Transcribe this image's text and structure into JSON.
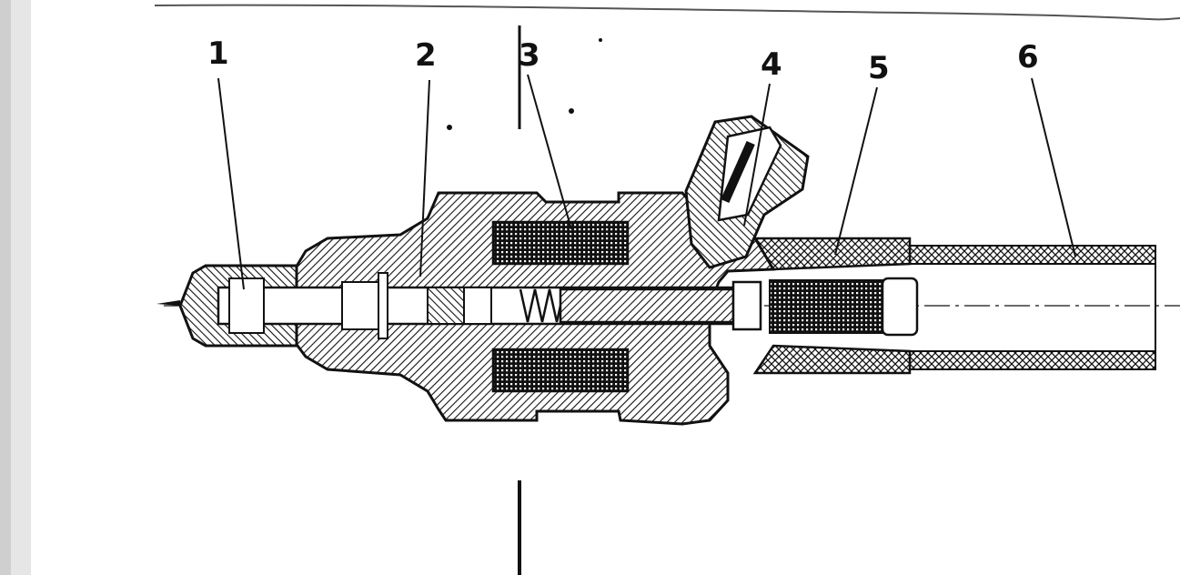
{
  "diagram": {
    "callouts": [
      {
        "id": "1",
        "label": "1"
      },
      {
        "id": "2",
        "label": "2"
      },
      {
        "id": "3",
        "label": "3"
      },
      {
        "id": "4",
        "label": "4"
      },
      {
        "id": "5",
        "label": "5"
      },
      {
        "id": "6",
        "label": "6"
      }
    ],
    "colors": {
      "ink": "#111111",
      "paper": "#ffffff",
      "section_fill": "#2a2a2a"
    }
  }
}
